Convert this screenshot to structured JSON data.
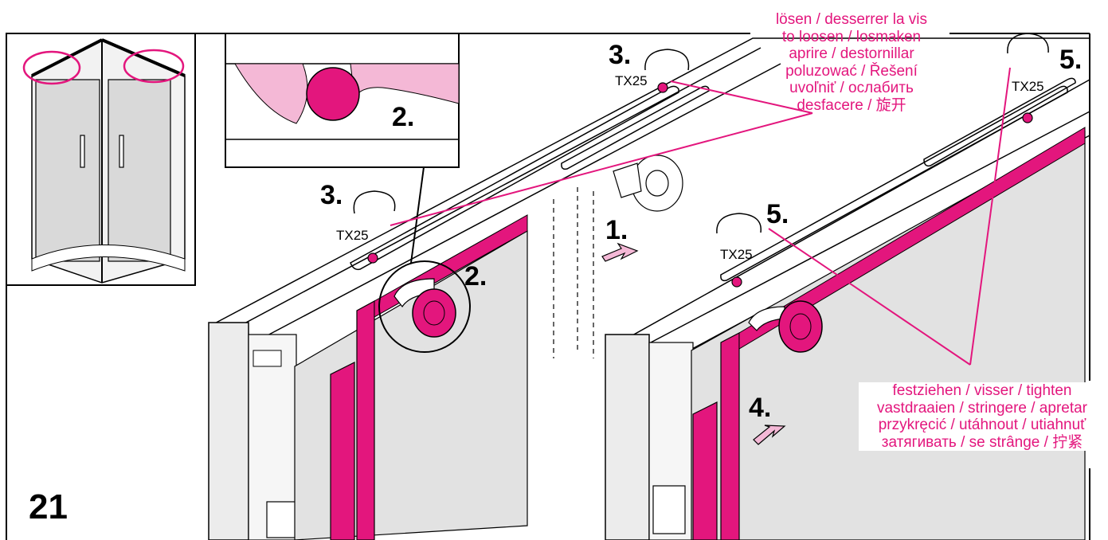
{
  "page_number": "21",
  "steps": {
    "s1": "1.",
    "s2_detail": "2.",
    "s2_main": "2.",
    "s3_left": "3.",
    "s3_top": "3.",
    "s4": "4.",
    "s5_mid": "5.",
    "s5_right": "5."
  },
  "tool_labels": {
    "t_left": "TX25",
    "t_top": "TX25",
    "t_mid": "TX25",
    "t_right": "TX25"
  },
  "callouts": {
    "loosen": [
      "lösen / desserrer la vis",
      "to loosen / losmaken",
      "aprire / destornillar",
      "poluzować / Řešení",
      "uvoľniť / ослабить",
      "desfacere / 旋开"
    ],
    "tighten": [
      "festziehen / visser / tighten",
      "vastdraaien / stringere / apretar",
      "przykręcić / utáhnout / utiahnuť",
      "затягивать / se strânge / 拧紧"
    ]
  },
  "colors": {
    "accent": "#e3167d",
    "accent_light": "#f4b8d6",
    "panel_grey": "#e2e2e2",
    "line": "#000000"
  }
}
